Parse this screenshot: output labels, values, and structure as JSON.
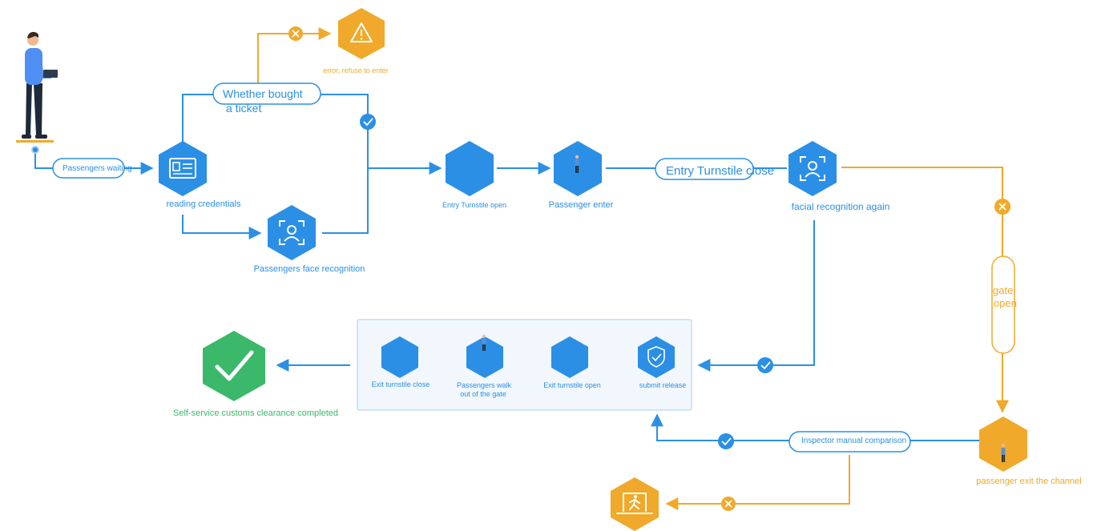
{
  "colors": {
    "blue": "#2b8fe6",
    "orange": "#f0a92a",
    "green": "#3bb86a",
    "panel_fill": "#f1f7fd",
    "panel_stroke": "#a9cdf0",
    "white": "#ffffff"
  },
  "labels": {
    "passengers_waiting": "Passengers waiting",
    "whether_bought_line1": "Whether bought",
    "whether_bought_line2": "a ticket",
    "error_refuse": "error, refuse to enter",
    "reading_credentials": "reading credentials",
    "face_recognition": "Passengers face recognition",
    "entry_turnstile_open": "Entry Turnstile open",
    "passenger_enter": "Passenger enter",
    "entry_turnstile_close": "Entry Turnstile close",
    "facial_recognition_again": "facial recognition again",
    "gate_open_line1": "gate",
    "gate_open_line2": "open",
    "submit_release": "submit release",
    "exit_turnstile_open": "Exit turnstile open",
    "passengers_walk_line1": "Passengers walk",
    "passengers_walk_line2": "out of the gate",
    "exit_turnstile_close": "Exit turnstile close",
    "clearance_completed": "Self-service customs clearance completed",
    "inspector_manual": "Inspector manual comparison",
    "passenger_exit_channel": "passenger exit the channel"
  },
  "icons": {
    "warning": "warning-triangle-icon",
    "id_card": "id-card-icon",
    "face_scan": "face-scan-icon",
    "person": "person-icon",
    "shield_check": "shield-check-icon",
    "checkmark": "checkmark-icon",
    "cross": "cross-icon",
    "walking_exit": "walking-exit-icon"
  }
}
